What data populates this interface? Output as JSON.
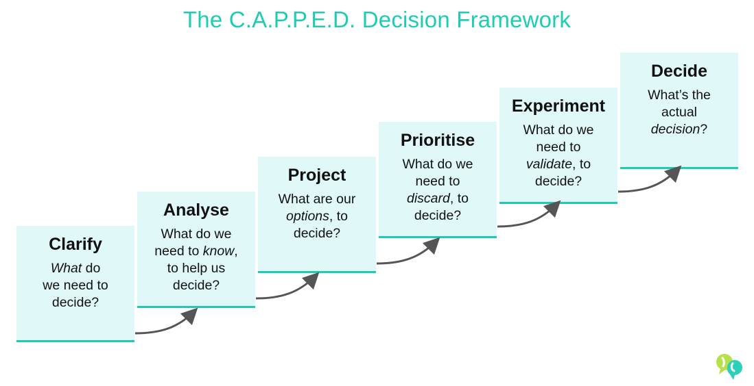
{
  "title": "The C.A.P.P.E.D. Decision Framework",
  "steps": [
    {
      "heading": "Clarify",
      "q_html": "<em>What</em> do<br>we need to<br>decide?"
    },
    {
      "heading": "Analyse",
      "q_html": "What do we<br>need to <em>know</em>,<br>to help us<br>decide?"
    },
    {
      "heading": "Project",
      "q_html": "What are our<br><em>options</em>, to<br>decide?"
    },
    {
      "heading": "Prioritise",
      "q_html": "What do we<br>need to<br><em>discard</em>, to<br>decide?"
    },
    {
      "heading": "Experiment",
      "q_html": "What do we<br>need to<br><em>validate</em>, to<br>decide?"
    },
    {
      "heading": "Decide",
      "q_html": "What’s the<br>actual<br><em>decision</em>?"
    }
  ],
  "colors": {
    "accent": "#1ccdb4",
    "box": "#e0f8f8",
    "arrow": "#555555"
  },
  "logo_icon": "speech-bubbles-icon"
}
